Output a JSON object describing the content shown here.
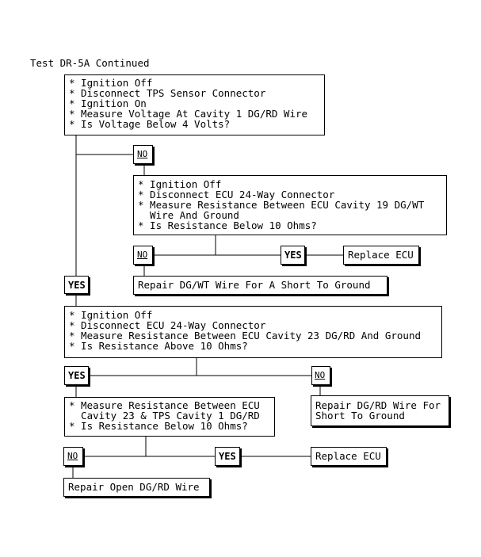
{
  "title": "Test DR-5A Continued",
  "step1": {
    "lines": [
      "* Ignition Off",
      "* Disconnect TPS Sensor Connector",
      "* Ignition On",
      "* Measure Voltage At Cavity 1 DG/RD Wire",
      "* Is Voltage Below 4 Volts?"
    ]
  },
  "step2": {
    "lines": [
      "* Ignition Off",
      "* Disconnect ECU 24-Way Connector",
      "* Measure Resistance Between ECU Cavity 19 DG/WT",
      "  Wire And Ground",
      "* Is Resistance Below 10 Ohms?"
    ]
  },
  "step3": {
    "lines": [
      "* Ignition Off",
      "* Disconnect ECU 24-Way Connector",
      "* Measure Resistance Between ECU Cavity 23 DG/RD And Ground",
      "* Is Resistance Above 10 Ohms?"
    ]
  },
  "step4": {
    "lines": [
      "* Measure Resistance Between ECU",
      "  Cavity 23 & TPS Cavity 1 DG/RD",
      "* Is Resistance Below 10 Ohms?"
    ]
  },
  "labels": {
    "no": "NO",
    "yes": "YES"
  },
  "results": {
    "replace_ecu_1": "Replace ECU",
    "repair_dgwt_short": "Repair DG/WT Wire For A Short To Ground",
    "repair_dgrd_short_l1": "Repair DG/RD Wire For",
    "repair_dgrd_short_l2": "Short To Ground",
    "replace_ecu_2": "Replace ECU",
    "repair_open_dgrd": "Repair Open DG/RD Wire"
  }
}
